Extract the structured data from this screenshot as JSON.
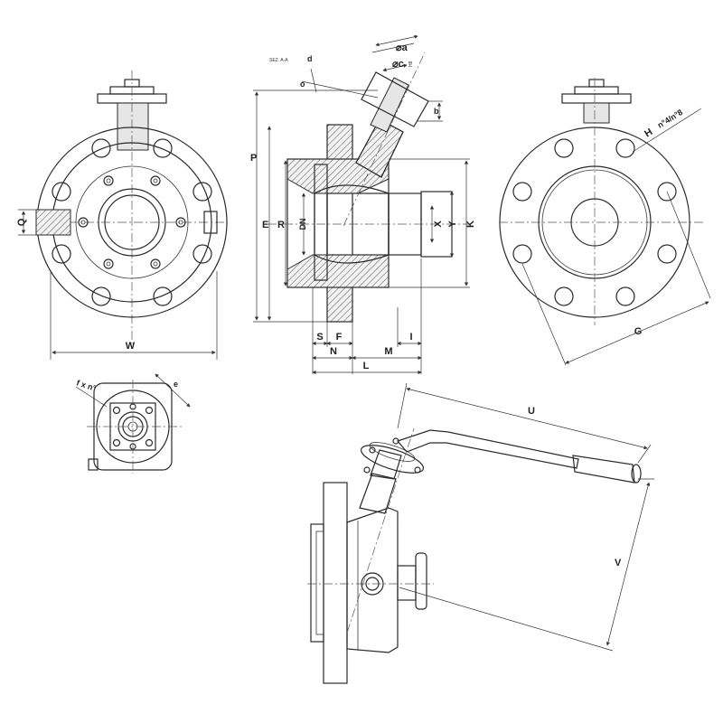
{
  "dimension_labels": {
    "phi_a": "⌀a",
    "phi_c": "⌀c",
    "c_tol": "H8",
    "b": "b",
    "d": "d",
    "o": "o",
    "P": "P",
    "E": "E",
    "R": "R",
    "DN": "DN",
    "X": "X",
    "Y": "Y",
    "K": "K",
    "S": "S",
    "F": "F",
    "N": "N",
    "M": "M",
    "I": "I",
    "L": "L",
    "W": "W",
    "Q": "Q",
    "G": "G",
    "H": "H",
    "holes": "n°4/n°8",
    "bolts": "f x n°",
    "e": "e",
    "U": "U",
    "V": "V"
  },
  "section_note": "SEZ. A-A",
  "colors": {
    "line": "#2a2a2a",
    "background": "#ffffff",
    "fill": "#e6e6e6"
  }
}
